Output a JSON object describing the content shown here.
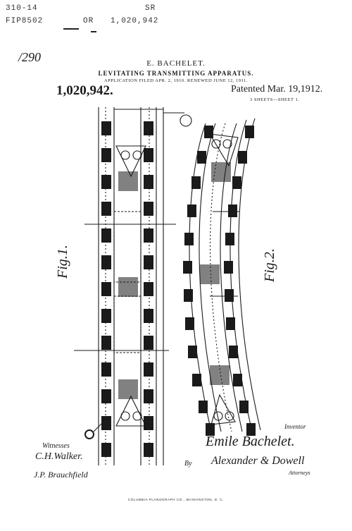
{
  "header": {
    "code_left": "310-14",
    "code_right": "SR",
    "filing_code": "FIP8502",
    "or_mark": "OR",
    "ref_number": "1,020,942",
    "handwritten_note": "/290"
  },
  "title": {
    "inventor_name": "E. BACHELET.",
    "invention": "LEVITATING TRANSMITTING APPARATUS.",
    "application": "APPLICATION FILED APR. 2, 1910. RENEWED JUNE 12, 1911."
  },
  "patent": {
    "number": "1,020,942.",
    "date": "Patented Mar. 19,1912.",
    "sheets": "3 SHEETS—SHEET 1."
  },
  "figures": {
    "fig1": "Fig.1.",
    "fig2": "Fig.2."
  },
  "signatures": {
    "witnesses_label": "Witnesses",
    "witness_1": "C.H.Walker.",
    "witness_2": "J.P. Brauchfield",
    "inventor_label": "Inventor",
    "inventor_signature": "Emile Bachelet.",
    "by_label": "By",
    "attorney_signature": "Alexander & Dowell",
    "attorneys_label": "Attorneys"
  },
  "footer": {
    "printer": "COLUMBIA PLANOGRAPH CO., WASHINGTON, D. C."
  },
  "colors": {
    "ink": "#1a1a1a",
    "paper": "#ffffff"
  }
}
